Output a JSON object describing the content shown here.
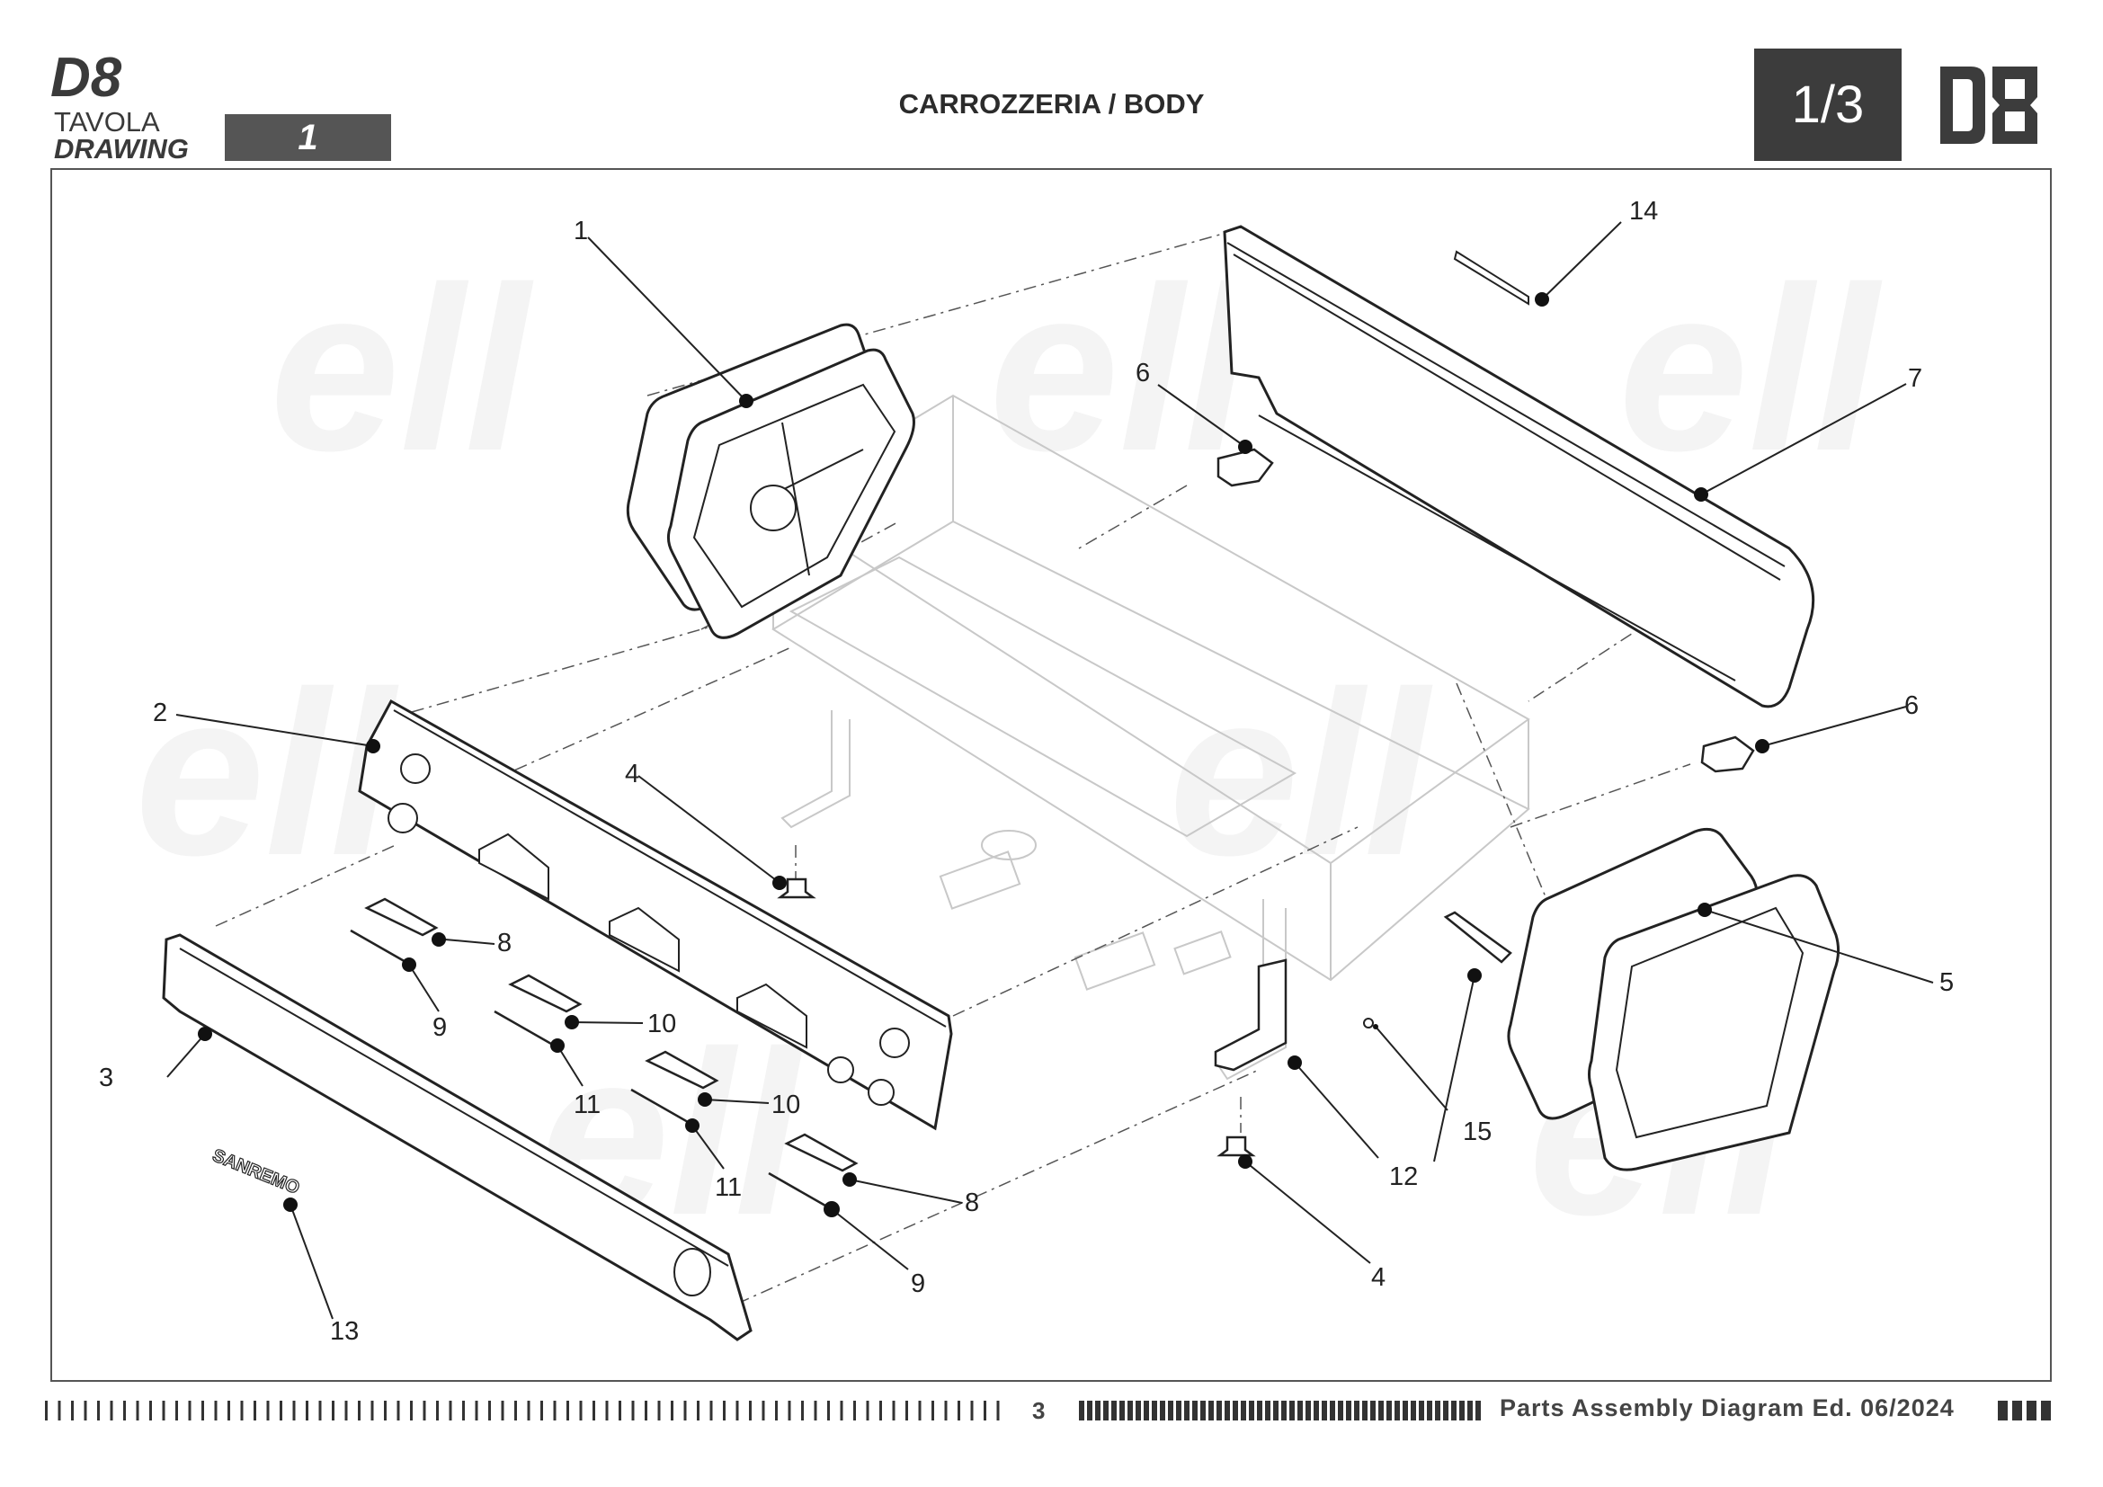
{
  "header": {
    "model": "D8",
    "tavola_label": "TAVOLA",
    "drawing_label": "DRAWING",
    "drawing_number": "1",
    "title": "CARROZZERIA / BODY",
    "page_indicator": "1/3",
    "logo_text": "D8"
  },
  "callouts": [
    {
      "id": "c1",
      "label": "1"
    },
    {
      "id": "c2",
      "label": "2"
    },
    {
      "id": "c3",
      "label": "3"
    },
    {
      "id": "c4a",
      "label": "4"
    },
    {
      "id": "c4b",
      "label": "4"
    },
    {
      "id": "c5",
      "label": "5"
    },
    {
      "id": "c6a",
      "label": "6"
    },
    {
      "id": "c6b",
      "label": "6"
    },
    {
      "id": "c7",
      "label": "7"
    },
    {
      "id": "c8a",
      "label": "8"
    },
    {
      "id": "c8b",
      "label": "8"
    },
    {
      "id": "c9a",
      "label": "9"
    },
    {
      "id": "c9b",
      "label": "9"
    },
    {
      "id": "c10a",
      "label": "10"
    },
    {
      "id": "c10b",
      "label": "10"
    },
    {
      "id": "c11a",
      "label": "11"
    },
    {
      "id": "c11b",
      "label": "11"
    },
    {
      "id": "c12",
      "label": "12"
    },
    {
      "id": "c13",
      "label": "13"
    },
    {
      "id": "c14",
      "label": "14"
    },
    {
      "id": "c15",
      "label": "15"
    }
  ],
  "badge_text": "SANREMO",
  "footer": {
    "page_number": "3",
    "edition_text": "Parts Assembly Diagram Ed. 06/2024"
  },
  "colors": {
    "dark_box": "#3c3c3c",
    "drawing_number_box": "#555555",
    "line": "#222222",
    "faint_frame": "#cccccc"
  }
}
